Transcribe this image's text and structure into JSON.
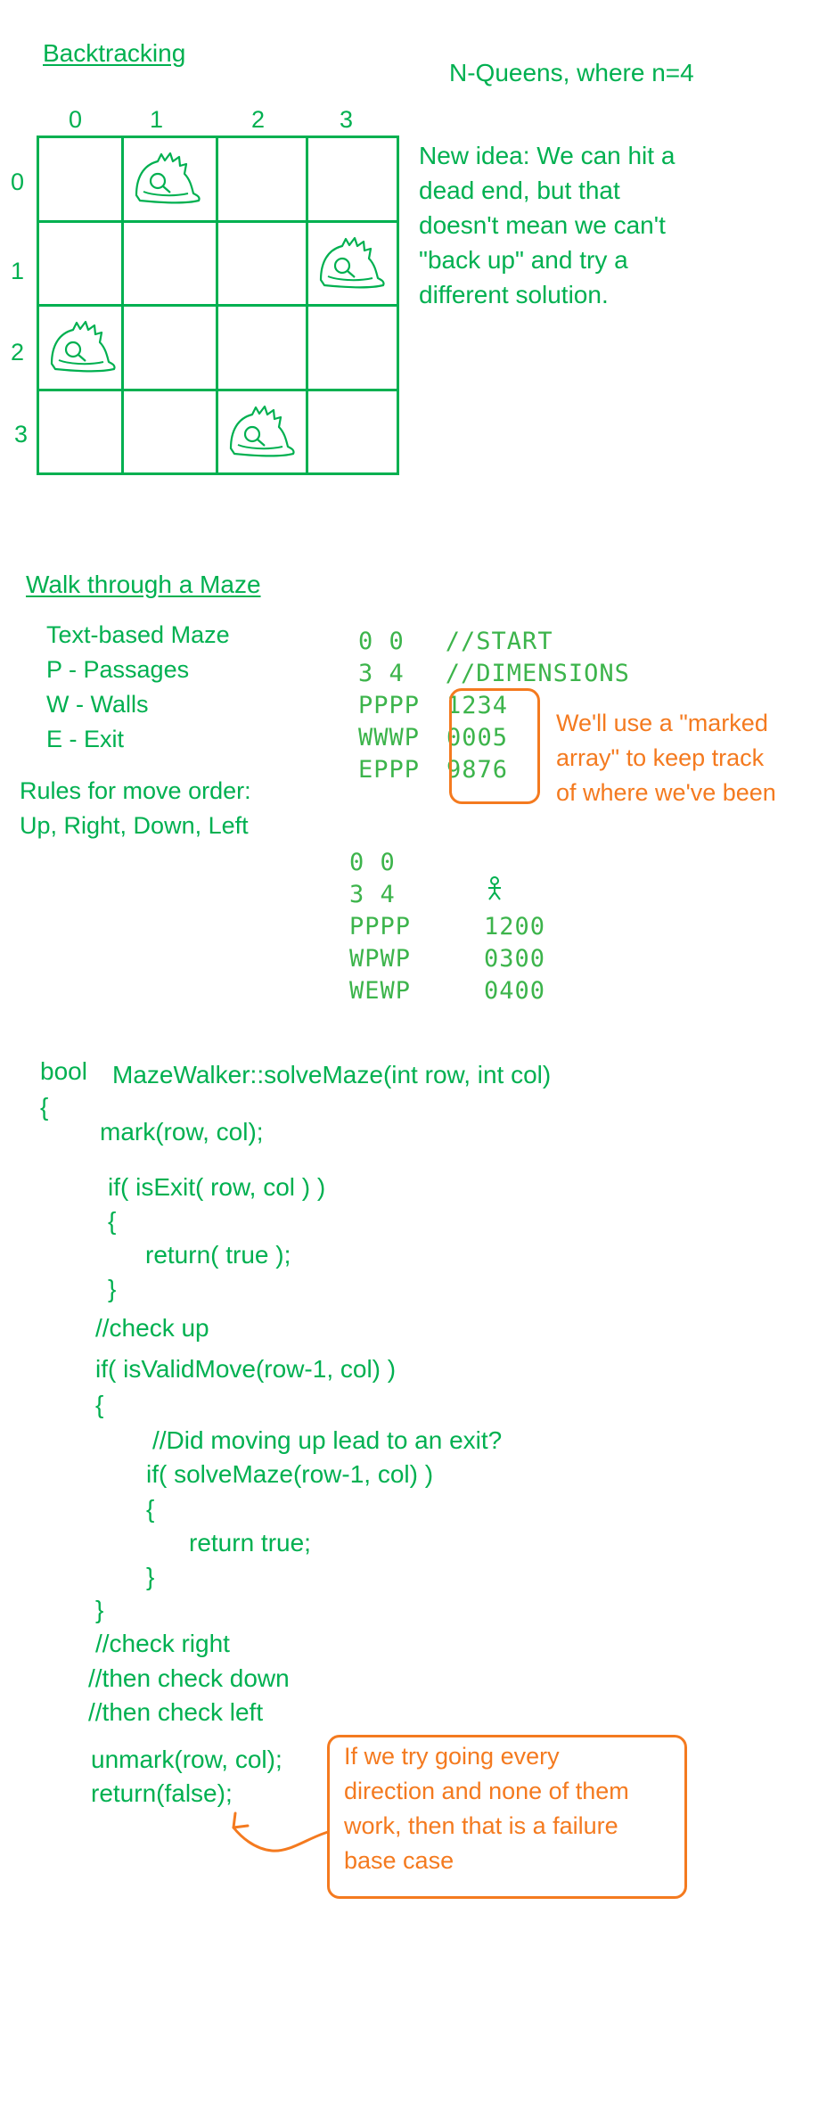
{
  "header": {
    "title": "Backtracking",
    "nqueens_title": "N-Queens, where n=4"
  },
  "nqueens": {
    "columns": [
      "0",
      "1",
      "2",
      "3"
    ],
    "rows": [
      "0",
      "1",
      "2",
      "3"
    ],
    "queen_positions": [
      [
        0,
        1
      ],
      [
        1,
        3
      ],
      [
        2,
        0
      ],
      [
        3,
        2
      ]
    ],
    "idea_lines": [
      "New idea: We can hit a",
      "dead end, but that",
      "doesn't mean we can't",
      "\"back up\" and try a",
      "different solution."
    ]
  },
  "maze": {
    "title": "Walk through a Maze",
    "legend": [
      "Text-based Maze",
      "P - Passages",
      "W - Walls",
      "E - Exit"
    ],
    "rules_lines": [
      "Rules for move order:",
      "Up, Right, Down, Left"
    ],
    "example1": {
      "start": "0 0",
      "start_comment": "//START",
      "dims": "3 4",
      "dims_comment": "//DIMENSIONS",
      "grid": [
        "PPPP",
        "WWWP",
        "EPPP"
      ],
      "marked": [
        "1234",
        "0005",
        "9876"
      ]
    },
    "marked_note_lines": [
      "We'll use a \"marked",
      "array\" to keep track",
      "of where we've been"
    ],
    "example2": {
      "start": "0 0",
      "dims": "3 4",
      "grid": [
        "PPPP",
        "WPWP",
        "WEWP"
      ],
      "marked": [
        "1200",
        "0300",
        "0400"
      ]
    }
  },
  "code": {
    "signature_type": "bool",
    "signature_rest": "MazeWalker::solveMaze(int row, int col)",
    "open_brace": "{",
    "mark": "mark(row, col);",
    "if_exit": "if( isExit( row, col ) )",
    "brace_open_2": "{",
    "return_true_1": "return( true );",
    "brace_close_2": "}",
    "comment_up": "//check up",
    "if_valid": "if( isValidMove(row-1, col) )",
    "brace_open_3": "{",
    "comment_exit": "//Did moving up lead to an exit?",
    "if_solve": "if( solveMaze(row-1, col) )",
    "brace_open_4": "{",
    "return_true_2": "return true;",
    "brace_close_4": "}",
    "brace_close_3": "}",
    "comment_right": "//check right",
    "comment_down": "//then check down",
    "comment_left": "//then check left",
    "unmark": "unmark(row, col);",
    "return_false": "return(false);"
  },
  "failure_note_lines": [
    "If we try going every",
    "direction and none of them",
    "work, then that is a failure",
    "base case"
  ],
  "colors": {
    "green": "#00b050",
    "orange": "#f47a1f"
  }
}
